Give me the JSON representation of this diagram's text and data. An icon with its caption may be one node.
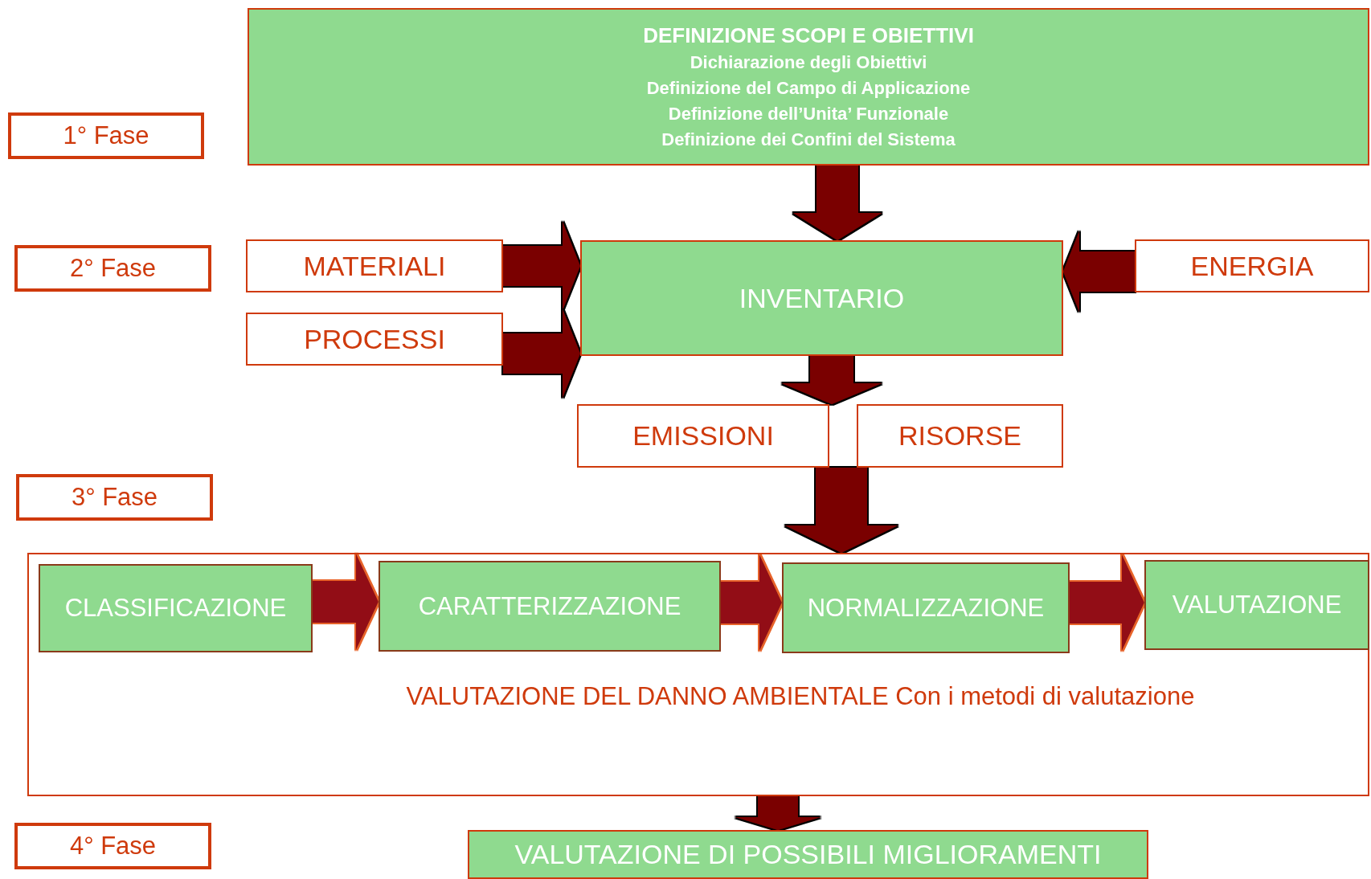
{
  "diagram": {
    "nodes": [
      {
        "text": [
          "DEFINIZIONE SCOPI E OBIETTIVI",
          "Dichiarazione degli Obiettivi",
          "Definizione del Campo di Applicazione",
          "Definizione dell’Unita’ Funzionale",
          "Definizione dei Confini del Sistema"
        ]
      },
      {
        "text": [
          "1° Fase"
        ]
      },
      {
        "text": [
          "2° Fase"
        ]
      },
      {
        "text": [
          "MATERIALI"
        ]
      },
      {
        "text": [
          "INVENTARIO"
        ]
      },
      {
        "text": [
          "ENERGIA"
        ]
      },
      {
        "text": [
          "PROCESSI"
        ]
      },
      {
        "text": [
          "EMISSIONI"
        ]
      },
      {
        "text": [
          "RISORSE"
        ]
      },
      {
        "text": [
          "3° Fase"
        ]
      },
      {
        "text": [
          "VALUTAZIONE DEL DANNO AMBIENTALE Con i metodi di valutazione"
        ]
      },
      {
        "text": [
          "CLASSIFICAZIONE"
        ],
        "in": 10
      },
      {
        "text": [
          "CARATTERIZZAZIONE"
        ],
        "in": 10
      },
      {
        "text": [
          "NORMALIZZAZIONE"
        ],
        "in": 10
      },
      {
        "text": [
          "VALUTAZIONE"
        ],
        "in": 10
      },
      {
        "text": [
          "4° Fase"
        ]
      },
      {
        "text": [
          "VALUTAZIONE DI POSSIBILI MIGLIORAMENTI"
        ]
      }
    ],
    "edges": [
      {
        "from": 0,
        "to": 4,
        "arrow": "to"
      },
      {
        "from": 3,
        "to": 4,
        "arrow": "to"
      },
      {
        "from": 6,
        "to": 4,
        "arrow": "to"
      },
      {
        "from": 5,
        "to": 4,
        "arrow": "to"
      },
      {
        "from": 4,
        "to": 7,
        "arrow": "to"
      },
      {
        "from": 4,
        "to": 8,
        "arrow": "to"
      },
      {
        "from": 7,
        "to": 10,
        "arrow": "to"
      },
      {
        "from": 8,
        "to": 10,
        "arrow": "to"
      },
      {
        "from": 11,
        "to": 12,
        "arrow": "to",
        "color": "#921116"
      },
      {
        "from": 12,
        "to": 13,
        "arrow": "to",
        "color": "#921116"
      },
      {
        "from": 13,
        "to": 14,
        "arrow": "to",
        "color": "#921116"
      },
      {
        "from": 10,
        "to": 16,
        "arrow": "to"
      }
    ]
  }
}
